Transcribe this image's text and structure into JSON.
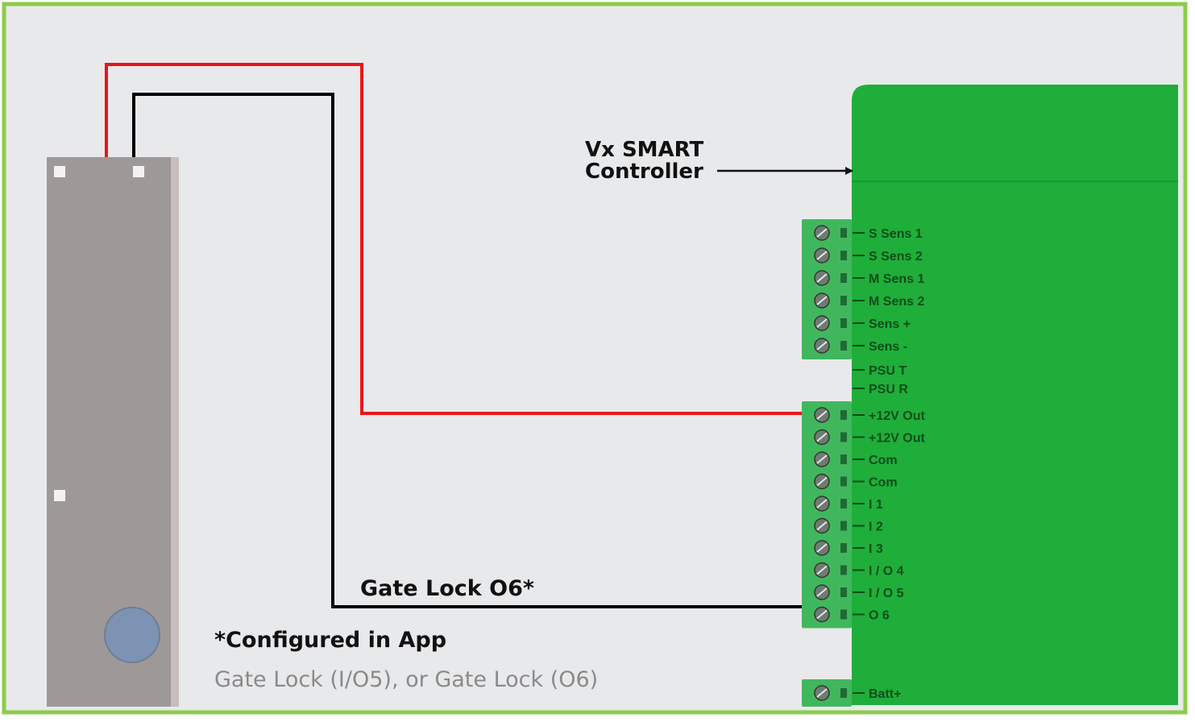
{
  "colors": {
    "frame_border": "#8dcb4e",
    "background": "#e8e9eb",
    "controller_green": "#1fae3a",
    "terminal_block": "#41b75d",
    "wire_red": "#e8161a",
    "wire_black": "#000000",
    "lock_body": "#9e9898",
    "lock_button": "#7c93b3"
  },
  "controller_label": {
    "line1": "Vx SMART",
    "line2": "Controller"
  },
  "wire_label": "Gate Lock O6*",
  "note": {
    "heading": "*Configured in App",
    "detail": "Gate Lock (I/O5), or Gate Lock (O6)"
  },
  "terminal_groups": [
    {
      "labels": [
        "S Sens 1",
        "S Sens 2",
        "M Sens 1",
        "M Sens 2",
        "Sens +",
        "Sens -"
      ]
    },
    {
      "labels": [
        "PSU T",
        "PSU R"
      ]
    },
    {
      "labels": [
        "+12V Out",
        "+12V Out",
        "Com",
        "Com",
        "I 1",
        "I 2",
        "I 3",
        "I / O 4",
        "I / O 5",
        "O 6"
      ]
    },
    {
      "labels": [
        "Batt+"
      ]
    }
  ]
}
